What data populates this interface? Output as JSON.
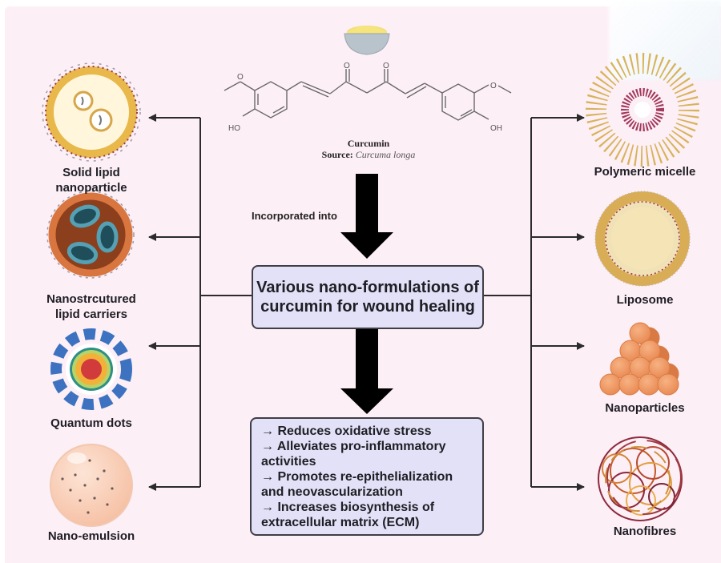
{
  "compound": {
    "name": "Curcumin",
    "source_label": "Source:",
    "source_value": "Curcuma longa",
    "atom_labels": {
      "oxygen": "O",
      "hydroxyl_left": "HO",
      "hydroxyl_right": "OH"
    }
  },
  "flow": {
    "incorporated_label": "Incorporated into",
    "center_title": "Various nano-formulations of curcumin for wound healing"
  },
  "effects": [
    "→ Reduces oxidative stress",
    "→ Alleviates pro-inflammatory activities",
    "→ Promotes re-epithelialization and neovascularization",
    "→ Increases biosynthesis of extracellular matrix (ECM)"
  ],
  "left_formulations": [
    {
      "label": "Solid lipid nanoparticle",
      "icon": "solid-lipid-nanoparticle-icon"
    },
    {
      "label": "Nanostrcutured lipid carriers",
      "icon": "nanostructured-lipid-carrier-icon"
    },
    {
      "label": "Quantum dots",
      "icon": "quantum-dot-icon"
    },
    {
      "label": "Nano-emulsion",
      "icon": "nano-emulsion-icon"
    }
  ],
  "right_formulations": [
    {
      "label": "Polymeric micelle",
      "icon": "polymeric-micelle-icon"
    },
    {
      "label": "Liposome",
      "icon": "liposome-icon"
    },
    {
      "label": "Nanoparticles",
      "icon": "nanoparticles-icon"
    },
    {
      "label": "Nanofibres",
      "icon": "nanofibres-icon"
    }
  ],
  "colors": {
    "background": "#fdeff6",
    "box_fill": "#e3e1f7",
    "box_border": "#3e3e46",
    "arrow": "#000000",
    "connector": "#2b2b2b"
  }
}
